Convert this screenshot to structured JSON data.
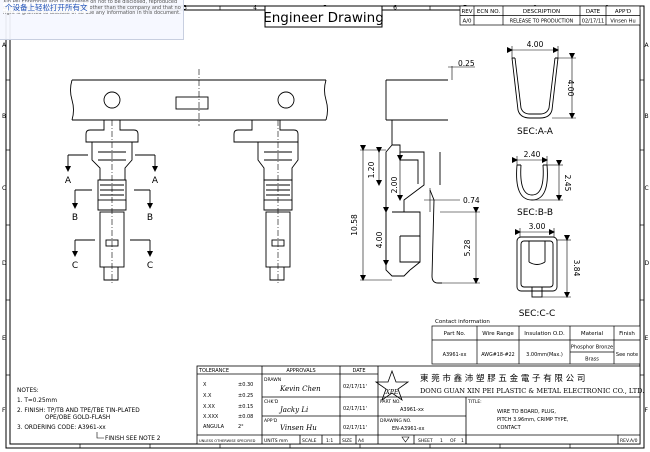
{
  "title": "Engineer Drawing",
  "border_columns": [
    "1",
    "2",
    "3",
    "4",
    "5",
    "6",
    "7",
    "8",
    "9"
  ],
  "border_rows": [
    "A",
    "B",
    "C",
    "D",
    "E",
    "F"
  ],
  "revision": {
    "headers": [
      "REV",
      "ECN NO.",
      "DESCRIPTION",
      "DATE",
      "APP'D"
    ],
    "row": [
      "A/0",
      "",
      "RELEASE TO PRODUCTION",
      "02/17/11",
      "Vinsen Hu"
    ]
  },
  "overlay": {
    "banner": "个设备上轻松打开所有文",
    "notice": "Xin Pei Enterprise and is delivered on not to be disclosed, reproduced or manufacture or sale by anyone other than the company and that no right is granted to disclose or so use any information in this document."
  },
  "dims": {
    "d025": "0.25",
    "d120": "1.20",
    "d200": "2.00",
    "d074": "0.74",
    "d1058": "10.58",
    "d400_side": "4.00",
    "d528": "5.28",
    "secA_w": "4.00",
    "secA_h": "4.00",
    "secB_w": "2.40",
    "secB_h": "2.45",
    "secC_w": "3.00",
    "secC_h": "3.84"
  },
  "section_labels": {
    "a": "SEC:A-A",
    "b": "SEC:B-B",
    "c": "SEC:C-C",
    "A": "A",
    "B": "B",
    "C": "C"
  },
  "contact_info": {
    "title": "Contact information",
    "headers": [
      "Part No.",
      "Wire Range",
      "Insulation O.D.",
      "Material",
      "Finish"
    ],
    "part_no": "A3961-xx",
    "wire_range": "AWG#18-#22",
    "insulation": "3.00mm(Max.)",
    "material_1": "Phosphor Bronze",
    "material_2": "Brass",
    "finish": "See note"
  },
  "notes": {
    "header": "NOTES:",
    "n1": "1. T=0.25mm",
    "n2a": "2. FINISH: TP/TB AND TPE/TBE TIN-PLATED",
    "n2b": "OPE/OBE GOLD-FLASH",
    "n3": "3. ORDERING CODE: A3961-xx",
    "n3b": "FINISH SEE NOTE 2"
  },
  "tolerance": {
    "header": "TOLERANCE",
    "rows": [
      [
        "X",
        "±0.30"
      ],
      [
        "X.X",
        "±0.25"
      ],
      [
        "X.XX",
        "±0.15"
      ],
      [
        "X.XXX",
        "±0.08"
      ],
      [
        "ANGULA",
        "2°"
      ]
    ],
    "footer": "UNLESS OTHERWISE SPECIFIED"
  },
  "approvals": {
    "header": "APPROVALS",
    "date_header": "DATE",
    "drawn_label": "DRAWN",
    "drawn_name": "Kevin Chen",
    "drawn_date": "02/17/11'",
    "chkd_label": "CHK'D",
    "chkd_name": "Jacky Li",
    "chkd_date": "02/17/11'",
    "appd_label": "APP'D",
    "appd_name": "Vinsen Hu",
    "appd_date": "02/17/11'",
    "units": "UNITS mm",
    "scale_label": "SCALE",
    "scale": "1:1",
    "size_label": "SIZE",
    "size": "A4"
  },
  "company": {
    "chinese": "東 莞 市 鑫 沛 塑 膠 五 金 電 子 有 限 公 司",
    "english": "DONG GUAN XIN PEI PLASTIC & METAL ELECTRONIC CO., LTD.",
    "logo_text": "XPE"
  },
  "part": {
    "part_no_label": "PART NO.",
    "part_no": "A3961-xx",
    "drawing_no_label": "DRAWING NO.",
    "drawing_no": "EN-A3961-xx",
    "title_label": "TITLE:",
    "title_1": "WIRE TO BOARD, PLUG,",
    "title_2": "PITCH 3.96mm, CRIMP TYPE,",
    "title_3": "CONTACT",
    "sheet_label": "SHEET",
    "sheet": "1",
    "of_label": "OF",
    "of": "1",
    "rev_label": "REV.",
    "rev": "A/0"
  }
}
